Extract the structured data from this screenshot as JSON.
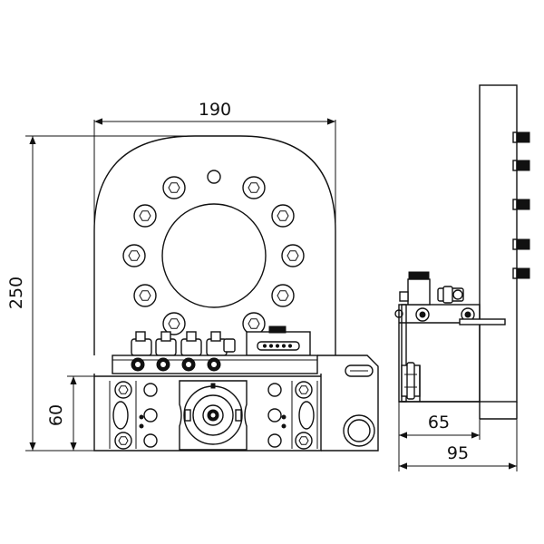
{
  "drawing": {
    "dimensions": {
      "width_front": "190",
      "height_front": "250",
      "base_height": "60",
      "side_inner": "65",
      "side_outer": "95"
    }
  }
}
